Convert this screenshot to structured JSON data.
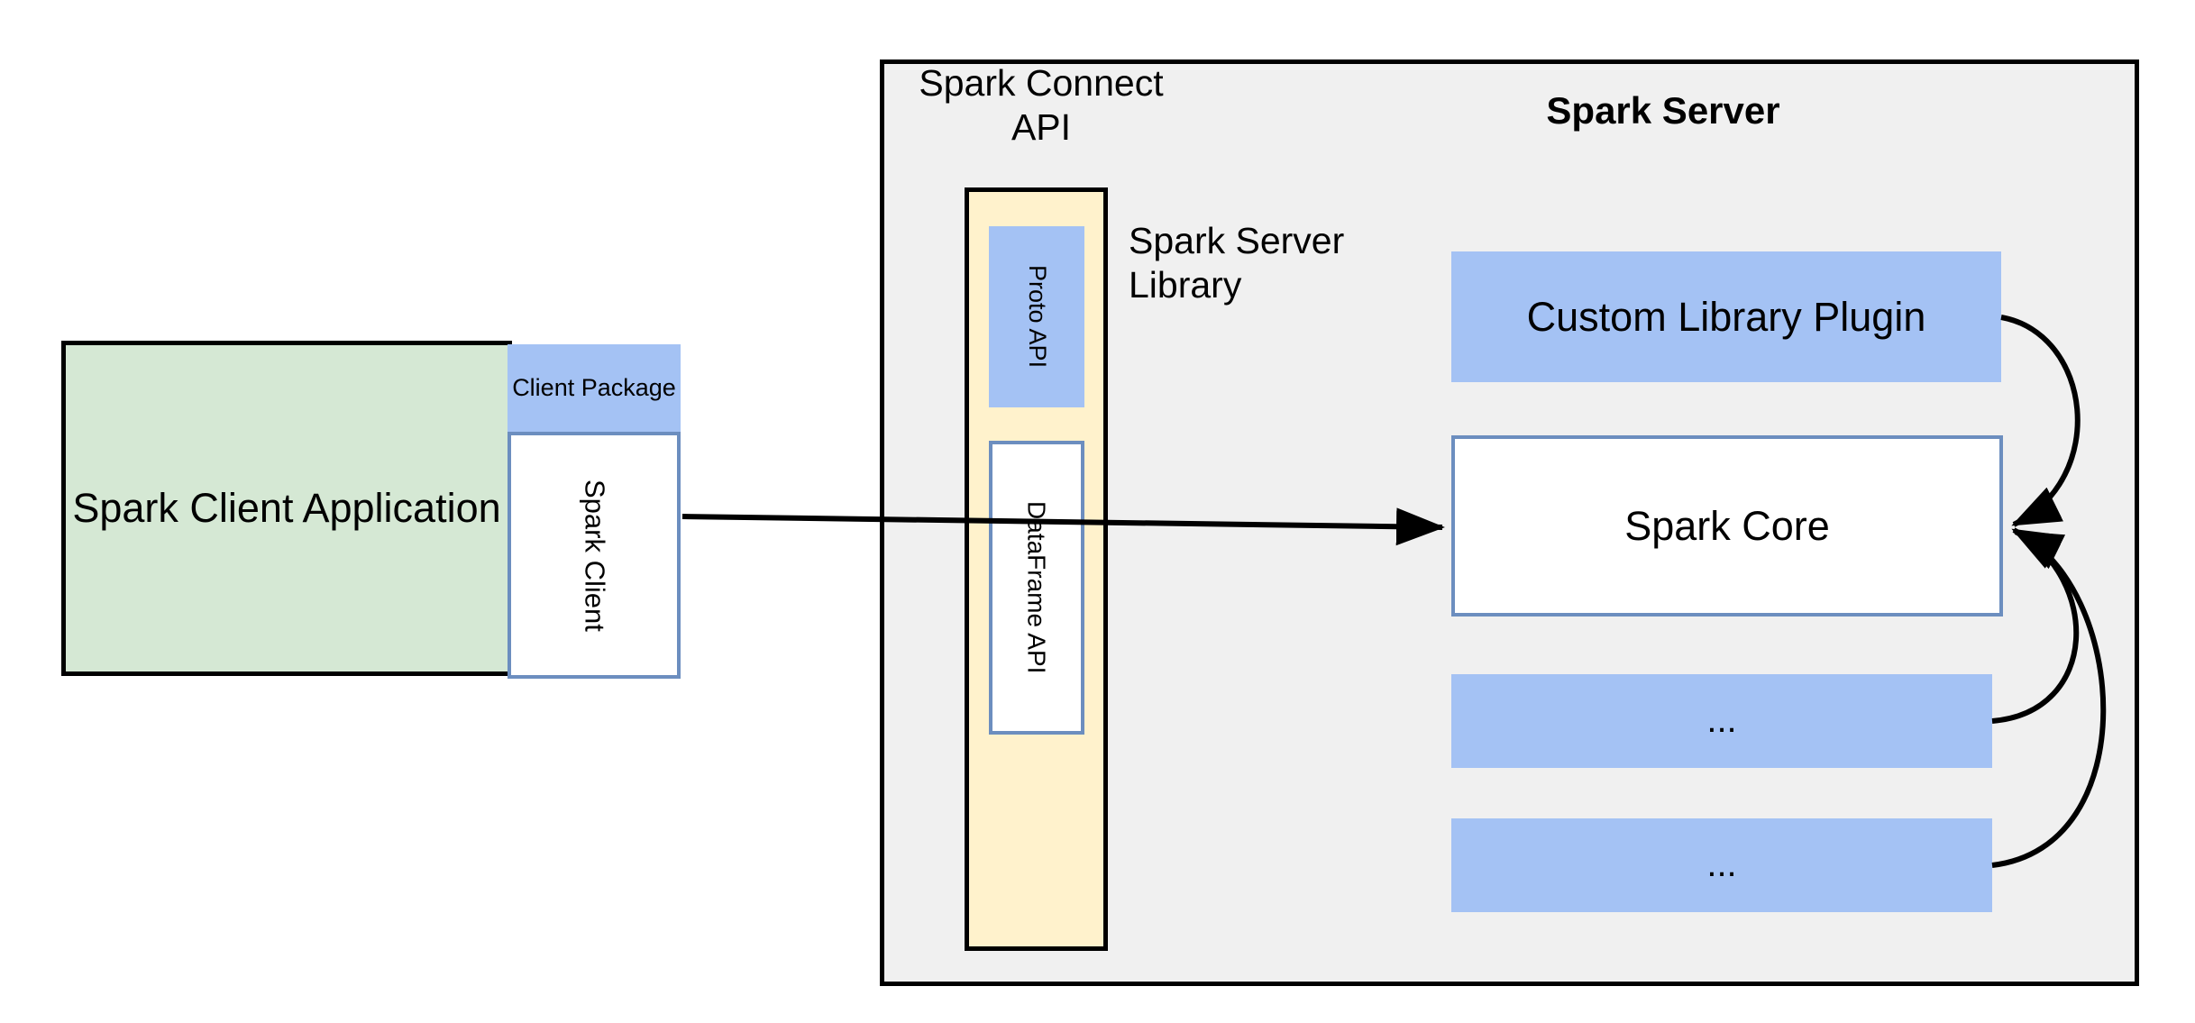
{
  "diagram": {
    "title": "Spark Connect Architecture",
    "colors": {
      "green_fill": "#d5e8d4",
      "blue_fill": "#a4c2f4",
      "cream_fill": "#fff2cc",
      "panel_fill": "#f0f0f0",
      "blue_border": "#6c8ebf",
      "black_border": "#000000",
      "white_fill": "#ffffff"
    }
  },
  "client_side": {
    "application": {
      "label": "Spark Client\nApplication"
    },
    "client_package": {
      "label": "Client\nPackage"
    },
    "spark_client": {
      "label": "Spark Client"
    }
  },
  "spark_connect": {
    "api_label": "Spark Connect\nAPI",
    "proto_api": {
      "label": "Proto API"
    },
    "dataframe_api": {
      "label": "DataFrame API"
    }
  },
  "server_side": {
    "title": "Spark Server",
    "server_library_label": "Spark Server\nLibrary",
    "components": [
      {
        "label": "Custom Library Plugin"
      },
      {
        "label": "Spark Core"
      },
      {
        "label": "..."
      },
      {
        "label": "..."
      }
    ]
  },
  "connectors": [
    {
      "name": "client-to-spark-core",
      "from": "Spark Client",
      "to": "Spark Core",
      "style": "straight-arrow"
    },
    {
      "name": "custom-library-plugin-to-spark-core",
      "from": "Custom Library Plugin",
      "to": "Spark Core",
      "style": "curved-arrow"
    },
    {
      "name": "ellipsis-1-to-spark-core",
      "from": "...",
      "to": "Spark Core",
      "style": "curved-arrow"
    },
    {
      "name": "ellipsis-2-to-spark-core",
      "from": "...",
      "to": "Spark Core",
      "style": "curved-arrow"
    }
  ]
}
